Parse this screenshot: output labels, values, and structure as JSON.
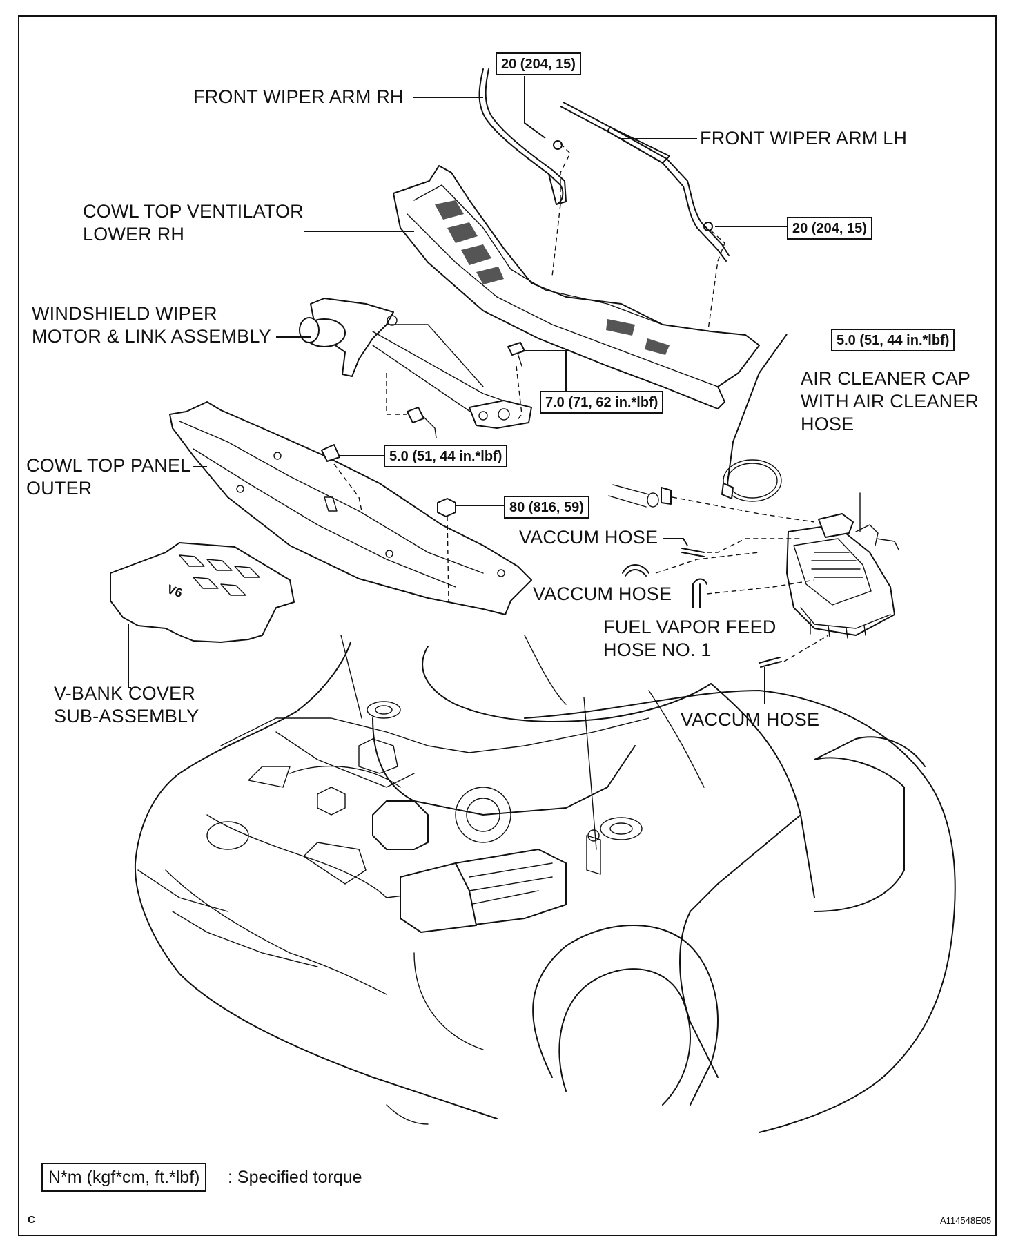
{
  "labels": {
    "wiper_arm_rh": "FRONT WIPER ARM RH",
    "wiper_arm_lh": "FRONT WIPER ARM LH",
    "cowl_vent_line1": "COWL TOP VENTILATOR",
    "cowl_vent_line2": "LOWER RH",
    "wiper_motor_line1": "WINDSHIELD WIPER",
    "wiper_motor_line2": "MOTOR & LINK ASSEMBLY",
    "cowl_panel_line1": "COWL TOP PANEL",
    "cowl_panel_line2": "OUTER",
    "air_cleaner_line1": "AIR CLEANER CAP",
    "air_cleaner_line2": "WITH AIR CLEANER",
    "air_cleaner_line3": "HOSE",
    "vaccum_hose_1": "VACCUM HOSE",
    "vaccum_hose_2": "VACCUM HOSE",
    "fuel_vapor_line1": "FUEL VAPOR FEED",
    "fuel_vapor_line2": "HOSE NO. 1",
    "vaccum_hose_3": "VACCUM HOSE",
    "vbank_line1": "V-BANK COVER",
    "vbank_line2": "SUB-ASSEMBLY",
    "v6_badge": "V6"
  },
  "torques": {
    "wiper_rh_nut": "20 (204, 15)",
    "wiper_lh_nut": "20 (204, 15)",
    "air_cleaner_clamp": "5.0 (51, 44 in.*lbf)",
    "wiper_motor_bolt": "7.0 (71, 62 in.*lbf)",
    "cowl_panel_bolt": "5.0 (51, 44 in.*lbf)",
    "cowl_panel_nut": "80 (816, 59)"
  },
  "legend": {
    "unit_box": "N*m (kgf*cm, ft.*lbf)",
    "description": ": Specified torque"
  },
  "corner_letter": "C",
  "figure_id": "A114548E05"
}
